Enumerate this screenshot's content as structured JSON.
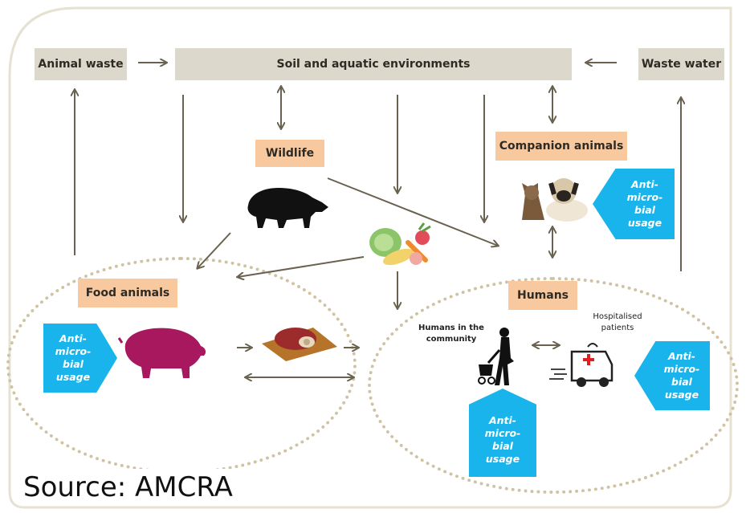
{
  "boxes": {
    "animal_waste": "Animal waste",
    "soil": "Soil and aquatic environments",
    "waste_water": "Waste water",
    "wildlife": "Wildlife",
    "companion": "Companion animals",
    "food_animals": "Food animals",
    "humans": "Humans"
  },
  "sublabels": {
    "community": "Humans in the\ncommunity",
    "hospital": "Hospitalised\npatients"
  },
  "antimicrobial_tag": "Anti-\nmicro-\nbial\nusage",
  "source": "Source: AMCRA",
  "colors": {
    "arrow": "#6a6250",
    "gray_box": "#dcd9cc",
    "peach_box": "#f8c89e",
    "tag_blue": "#19b4ec",
    "pig": "#a8185e",
    "dotted_border": "#cfc3a3"
  }
}
